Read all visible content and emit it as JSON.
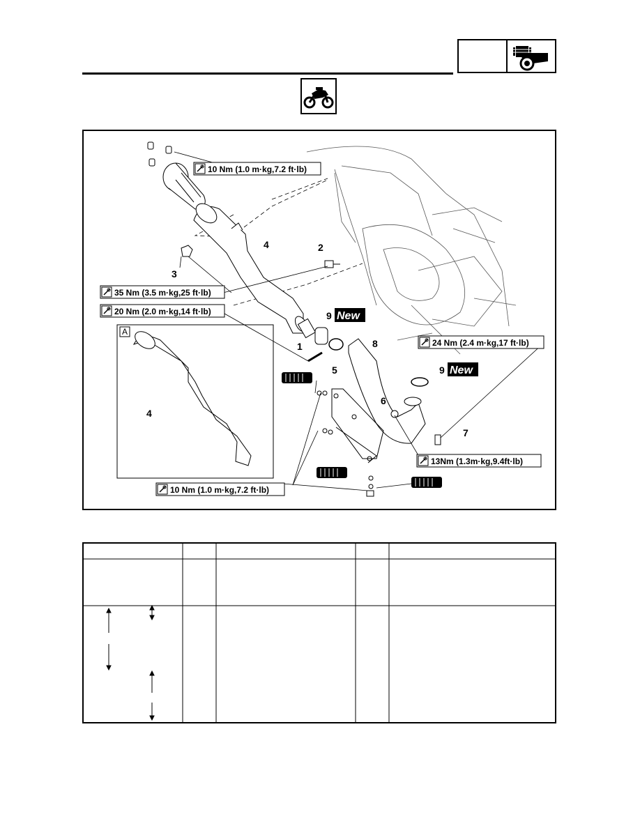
{
  "header": {
    "section_icon": "engine-piston-icon"
  },
  "mode_icon": "motorcycle-icon",
  "diagram": {
    "torque_labels": [
      "10 Nm (1.0 m·kg,7.2 ft·lb)",
      "35 Nm (3.5 m·kg,25 ft·lb)",
      "20 Nm (2.0 m·kg,14 ft·lb)",
      "24 Nm (2.4 m·kg,17 ft·lb)",
      "13Nm (1.3m·kg,9.4ft·lb)",
      "10 Nm (1.0 m·kg,7.2 ft·lb)"
    ],
    "callouts": [
      "1",
      "2",
      "3",
      "4",
      "4",
      "5",
      "6",
      "7",
      "8",
      "9",
      "9"
    ],
    "new_label": "New",
    "inset_label": "A"
  }
}
